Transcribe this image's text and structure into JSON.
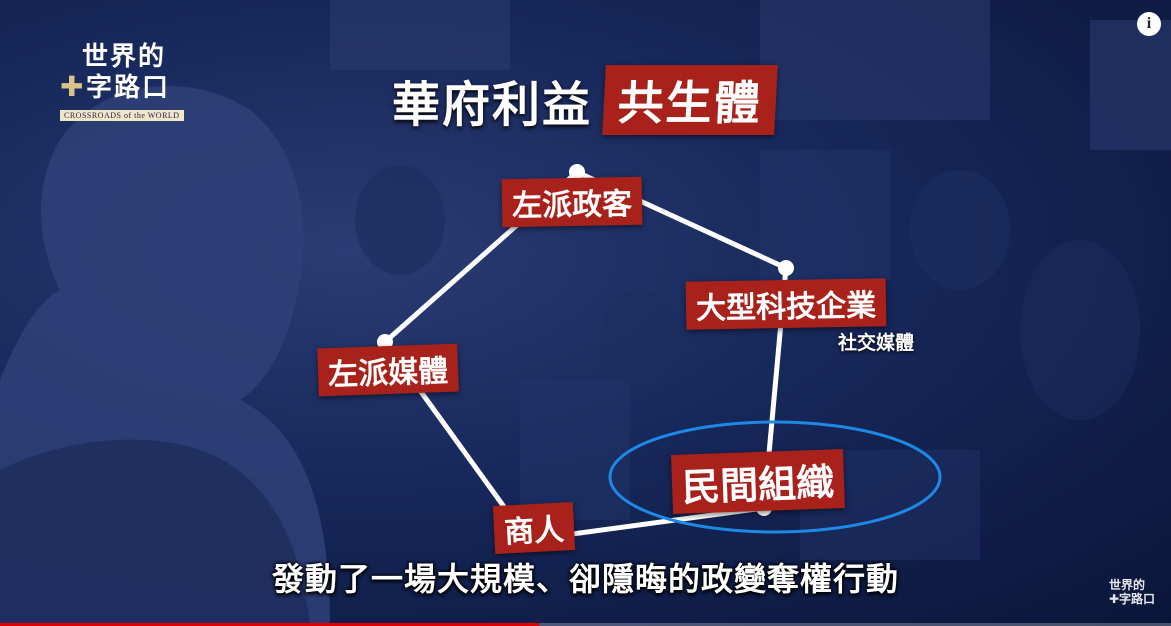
{
  "logo": {
    "line1": "世界的",
    "cross": "✚",
    "line2": "字路口",
    "tagline": "CROSSROADS of the WORLD"
  },
  "title": {
    "part1": "華府利益",
    "part2": "共生體"
  },
  "nodes": {
    "left_politicians": "左派政客",
    "big_tech": "大型科技企業",
    "big_tech_sub": "社交媒體",
    "left_media": "左派媒體",
    "civil_orgs": "民間組織",
    "business": "商人"
  },
  "subtitle": "發動了一場大規模、卻隱晦的政變奪權行動",
  "info_icon": "i",
  "watermark": {
    "line1": "世界的",
    "line2": "✚字路口"
  },
  "progress": {
    "fraction": 0.46
  },
  "colors": {
    "accent_red": "#a8211b",
    "highlight_blue": "#1e88e5",
    "background": "#16275a"
  }
}
